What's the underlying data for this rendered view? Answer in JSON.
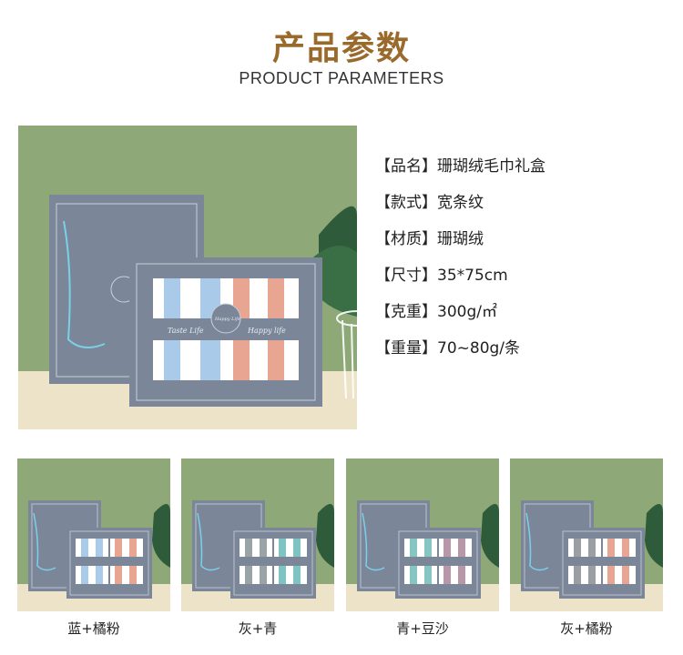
{
  "header": {
    "title_cn": "产品参数",
    "title_en": "PRODUCT PARAMETERS"
  },
  "params": [
    {
      "label": "品名",
      "value": "珊瑚绒毛巾礼盒"
    },
    {
      "label": "款式",
      "value": "宽条纹"
    },
    {
      "label": "材质",
      "value": "珊瑚绒"
    },
    {
      "label": "尺寸",
      "value": "35*75cm"
    },
    {
      "label": "克重",
      "value": "300g/㎡"
    },
    {
      "label": "重量",
      "value": "70~80g/条"
    }
  ],
  "bracket_open": "【",
  "bracket_close": "】",
  "box_labels": {
    "left": "Taste Life",
    "right": "Happy life",
    "seal": "Happy Life"
  },
  "variants": [
    {
      "name": "蓝+橘粉",
      "towel_left": "#a9cbe9",
      "towel_right": "#e7a592"
    },
    {
      "name": "灰+青",
      "towel_left": "#9aa3a6",
      "towel_right": "#7fc3c4"
    },
    {
      "name": "青+豆沙",
      "towel_left": "#86c6c2",
      "towel_right": "#b797a8"
    },
    {
      "name": "灰+橘粉",
      "towel_left": "#9b9fa3",
      "towel_right": "#e7a592"
    }
  ],
  "colors": {
    "title": "#9a6a2c",
    "wall": "#8fa878",
    "table": "#ece3c8",
    "box": "#7b8799"
  }
}
